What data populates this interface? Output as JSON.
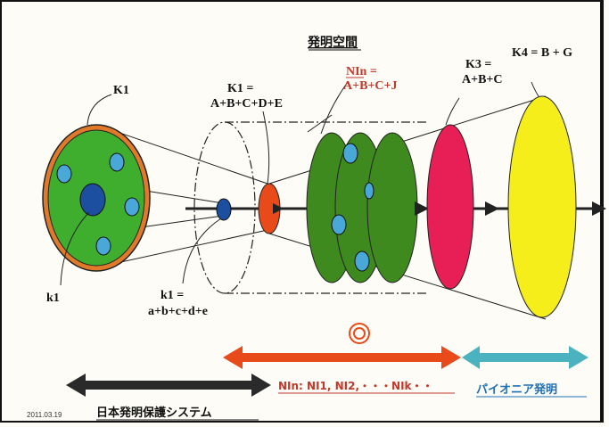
{
  "title": "発明空間",
  "labels": {
    "K1_top": "K1",
    "k1_left": "k1",
    "K1_eq_line1": "K1 =",
    "K1_eq_line2": "A+B+C+D+E",
    "NIn_line1": "NIn =",
    "NIn_line2": "A+B+C+J",
    "K3_line1": "K3 =",
    "K3_line2": "A+B+C",
    "K4": "K4 = B + G",
    "k1_eq_line1": "k1 =",
    "k1_eq_line2": "a+b+c+d+e"
  },
  "symbol": "◎",
  "bottom": {
    "nin_label": "NIn: NI1, NI2,・・・NIk・・",
    "pioneer_label": "パイオニア発明",
    "japan_label": "日本発明保護システム",
    "date": "2011.03.19"
  },
  "colors": {
    "green_disc": "#3fae2e",
    "dark_green": "#3e8a1e",
    "blue_dot": "#4aa8d8",
    "core_blue": "#1c4fa0",
    "orange": "#e84a1a",
    "pink": "#e81e56",
    "yellow": "#f6ee1a",
    "red_arrow": "#e84a1a",
    "teal_arrow": "#4bb3c0",
    "black_arrow": "#2a2a2a",
    "red_text": "#c0392b",
    "blue_text": "#1f6fb5"
  }
}
